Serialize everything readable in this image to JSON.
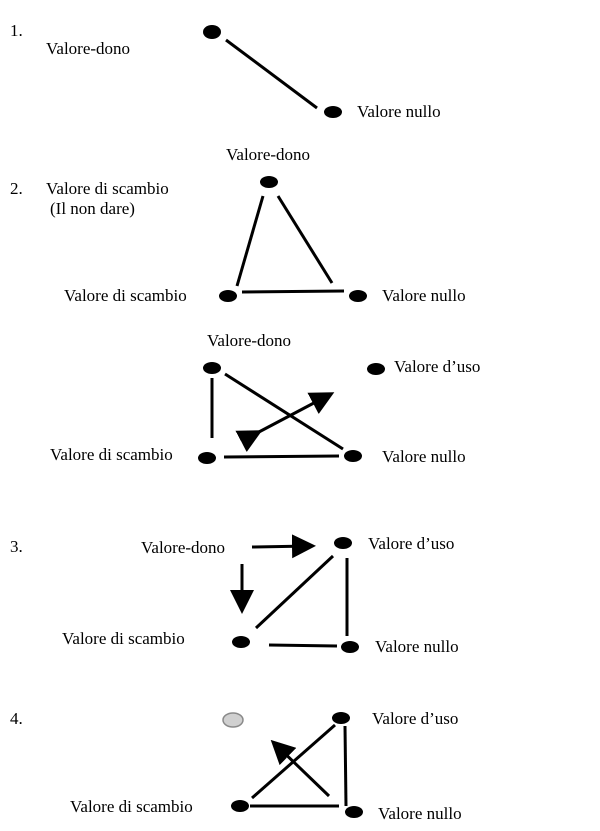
{
  "labels": {
    "gift_value": "Valore-dono",
    "null_value": "Valore nullo",
    "exchange_value": "Valore di scambio",
    "use_value": "Valore d’uso",
    "not_giving": "(Il non dare)"
  },
  "sections": [
    {
      "number": "1."
    },
    {
      "number": "2."
    },
    {
      "number": "3."
    },
    {
      "number": "4."
    }
  ],
  "colors": {
    "ink": "#000000",
    "faded_node": "#d0d0d0",
    "faded_node_outline": "#8a8a8a"
  }
}
